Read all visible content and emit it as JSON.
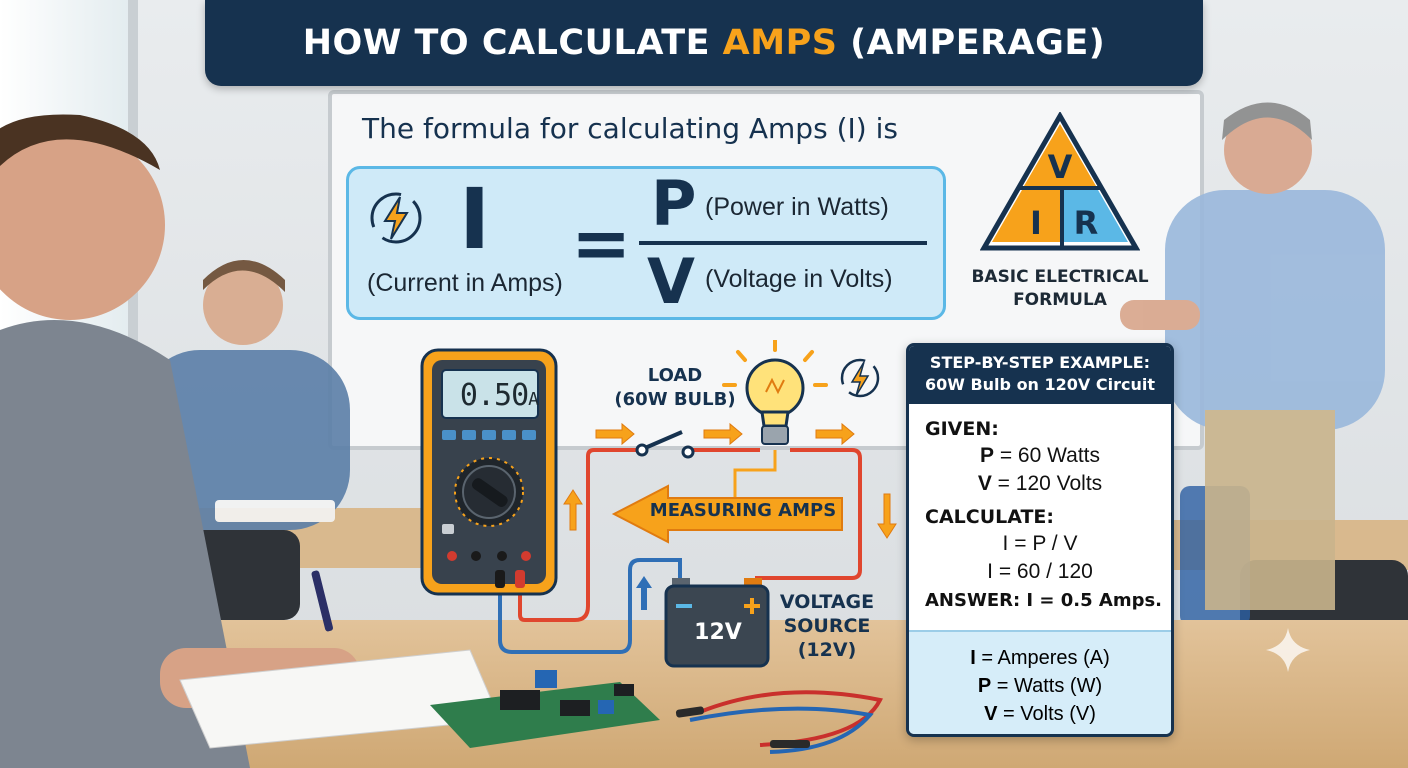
{
  "title": {
    "prefix": "HOW TO CALCULATE ",
    "highlight": "AMPS",
    "suffix": " (AMPERAGE)",
    "accent_color": "#f7a21b",
    "banner_color": "#16324f"
  },
  "formula": {
    "intro": "The formula for calculating Amps (I) is",
    "icon": "lightning-bolt-icon",
    "current_symbol": "I",
    "current_label": "(Current in Amps)",
    "equals": "=",
    "power_symbol": "P",
    "power_label": "(Power in Watts)",
    "voltage_symbol": "V",
    "voltage_label": "(Voltage in Volts)",
    "box_color": "#cfeaf8"
  },
  "triangle": {
    "top": "V",
    "left": "I",
    "right": "R",
    "caption_line1": "BASIC ELECTRICAL",
    "caption_line2": "FORMULA",
    "colors": {
      "top": "#f7a21b",
      "left": "#f7a21b",
      "right": "#5bb8e6",
      "border": "#16324f"
    }
  },
  "circuit": {
    "meter_reading": "0.50",
    "meter_unit": "A",
    "load_line1": "LOAD",
    "load_line2": "(60W BULB)",
    "measuring_label": "MEASURING AMPS",
    "battery_label": "12V",
    "source_line1": "VOLTAGE",
    "source_line2": "SOURCE",
    "source_line3": "(12V)",
    "icons": [
      "multimeter-icon",
      "switch-icon",
      "light-bulb-icon",
      "battery-icon",
      "lightning-bolt-icon"
    ]
  },
  "example": {
    "header_line1": "STEP-BY-STEP EXAMPLE:",
    "header_line2": "60W Bulb on 120V Circuit",
    "given_title": "GIVEN:",
    "given_p_sym": "P",
    "given_p_val": " = 60 Watts",
    "given_v_sym": "V",
    "given_v_val": " = 120 Volts",
    "calc_title": "CALCULATE:",
    "calc_line1": "I = P / V",
    "calc_line2": "I = 60 / 120",
    "answer": "ANSWER: I = 0.5 Amps.",
    "legend_i_sym": "I",
    "legend_i_val": " = Amperes (A)",
    "legend_p_sym": "P",
    "legend_p_val": " = Watts (W)",
    "legend_v_sym": "V",
    "legend_v_val": " = Volts (V)"
  }
}
